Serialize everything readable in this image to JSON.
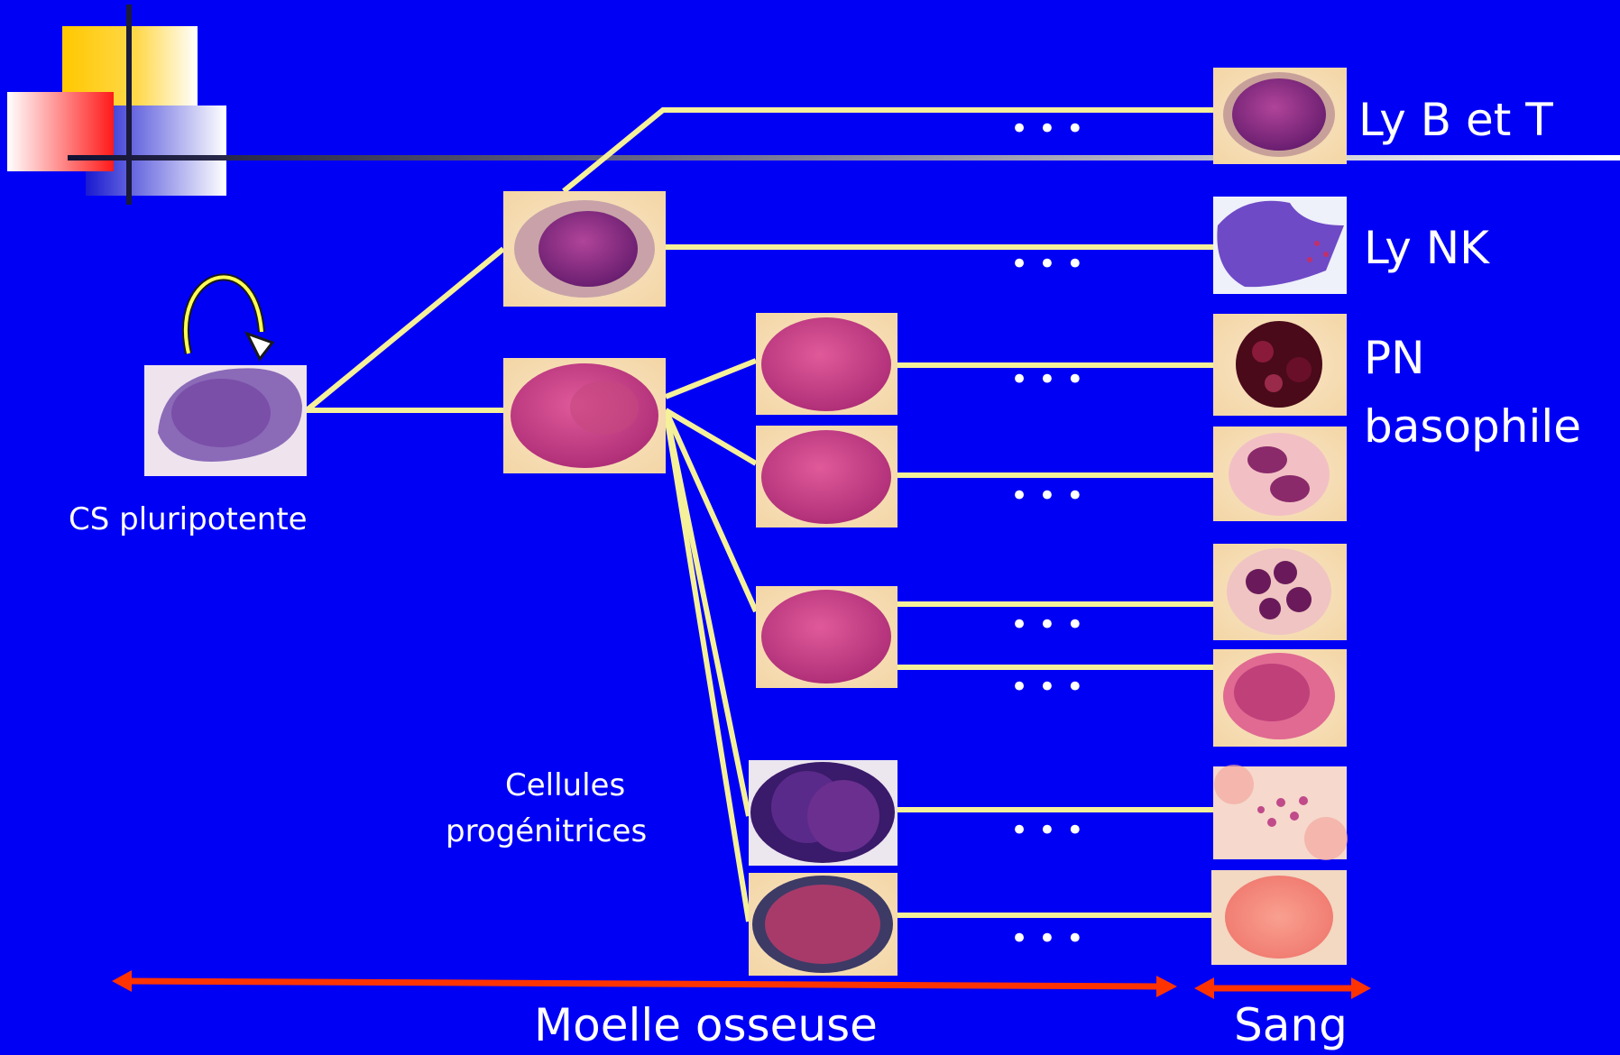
{
  "labels": {
    "ly_b_t": "Ly B et T",
    "ly_nk": "Ly NK",
    "pn": "PN",
    "basophile": "basophile",
    "cs_pluripotente": "CS pluripotente",
    "cellules": "Cellules",
    "progenitrices": "progénitrices",
    "moelle_osseuse": "Moelle osseuse",
    "sang": "Sang"
  },
  "ellipsis": "• • •",
  "colors": {
    "background": "#0000f5",
    "connector": "#f5f09a",
    "arrow": "#ff3300",
    "text": "#ffffff"
  }
}
